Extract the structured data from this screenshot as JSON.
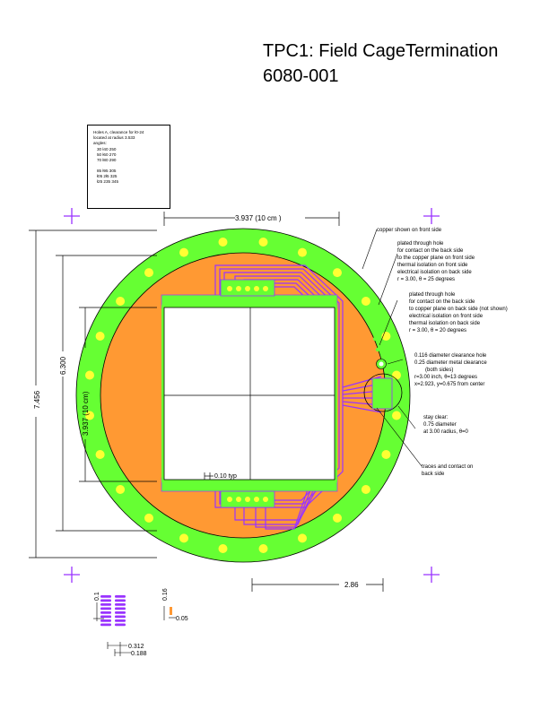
{
  "title": {
    "line1": "TPC1: Field CageTermination",
    "line2": "6080-001"
  },
  "hole_table": {
    "line1": "Holes A,  clearance for  ł0-24",
    "line2": "located at radius 3.533",
    "line3": "angles:",
    "rows": [
      "30   ł40  250",
      "50   ł60  270",
      "70   ł80  290",
      "",
      "85   ł95  305",
      "ł05  2ł5  325",
      "ł25  235  345"
    ]
  },
  "dimensions": {
    "top_width": "3.937   (10 cm )",
    "outer_height": "7.456",
    "mid_height": "6.300",
    "inner_height": "3.937   (10 cm)",
    "bottom_width": "2.86",
    "pad_pitch": "0.10 typ",
    "pitch_a": "0.1",
    "pitch_b": "0.16",
    "pitch_c": "0.05",
    "pitch_d": "0.312",
    "pitch_e": "0.188"
  },
  "annotations": {
    "copper_shown": "copper shown on front side",
    "plated1": [
      "plated through hole",
      "for contact on the back side",
      "to the copper plane on front side",
      "thermal isolation on front side",
      "electrical isolation on back side",
      "r = 3.00, θ = 25 degrees"
    ],
    "plated2": [
      "plated through hole",
      "for contact on the back side",
      "to copper plane on back side (not shown)",
      "electrical isolation on front side",
      "thermal isolation on back side",
      "r = 3.00, θ = 20 degrees"
    ],
    "clearance": [
      "0.116 diameter clearance hole",
      "0.25 diameter metal clearance",
      "(both sides)",
      "r=3.00 inch, θ=13 degrees",
      "x=2.923, y=0.675 from center"
    ],
    "stay_clear": [
      "stay clear:",
      "0.75 diameter",
      "at 3.00 radius, θ=0"
    ],
    "traces": [
      "traces and contact on",
      "back side"
    ]
  },
  "colors": {
    "ring": "#66ff33",
    "copper": "#ff9933",
    "trace": "#9933ff",
    "hole": "#ffff33",
    "crosshair": "#9933ff"
  }
}
